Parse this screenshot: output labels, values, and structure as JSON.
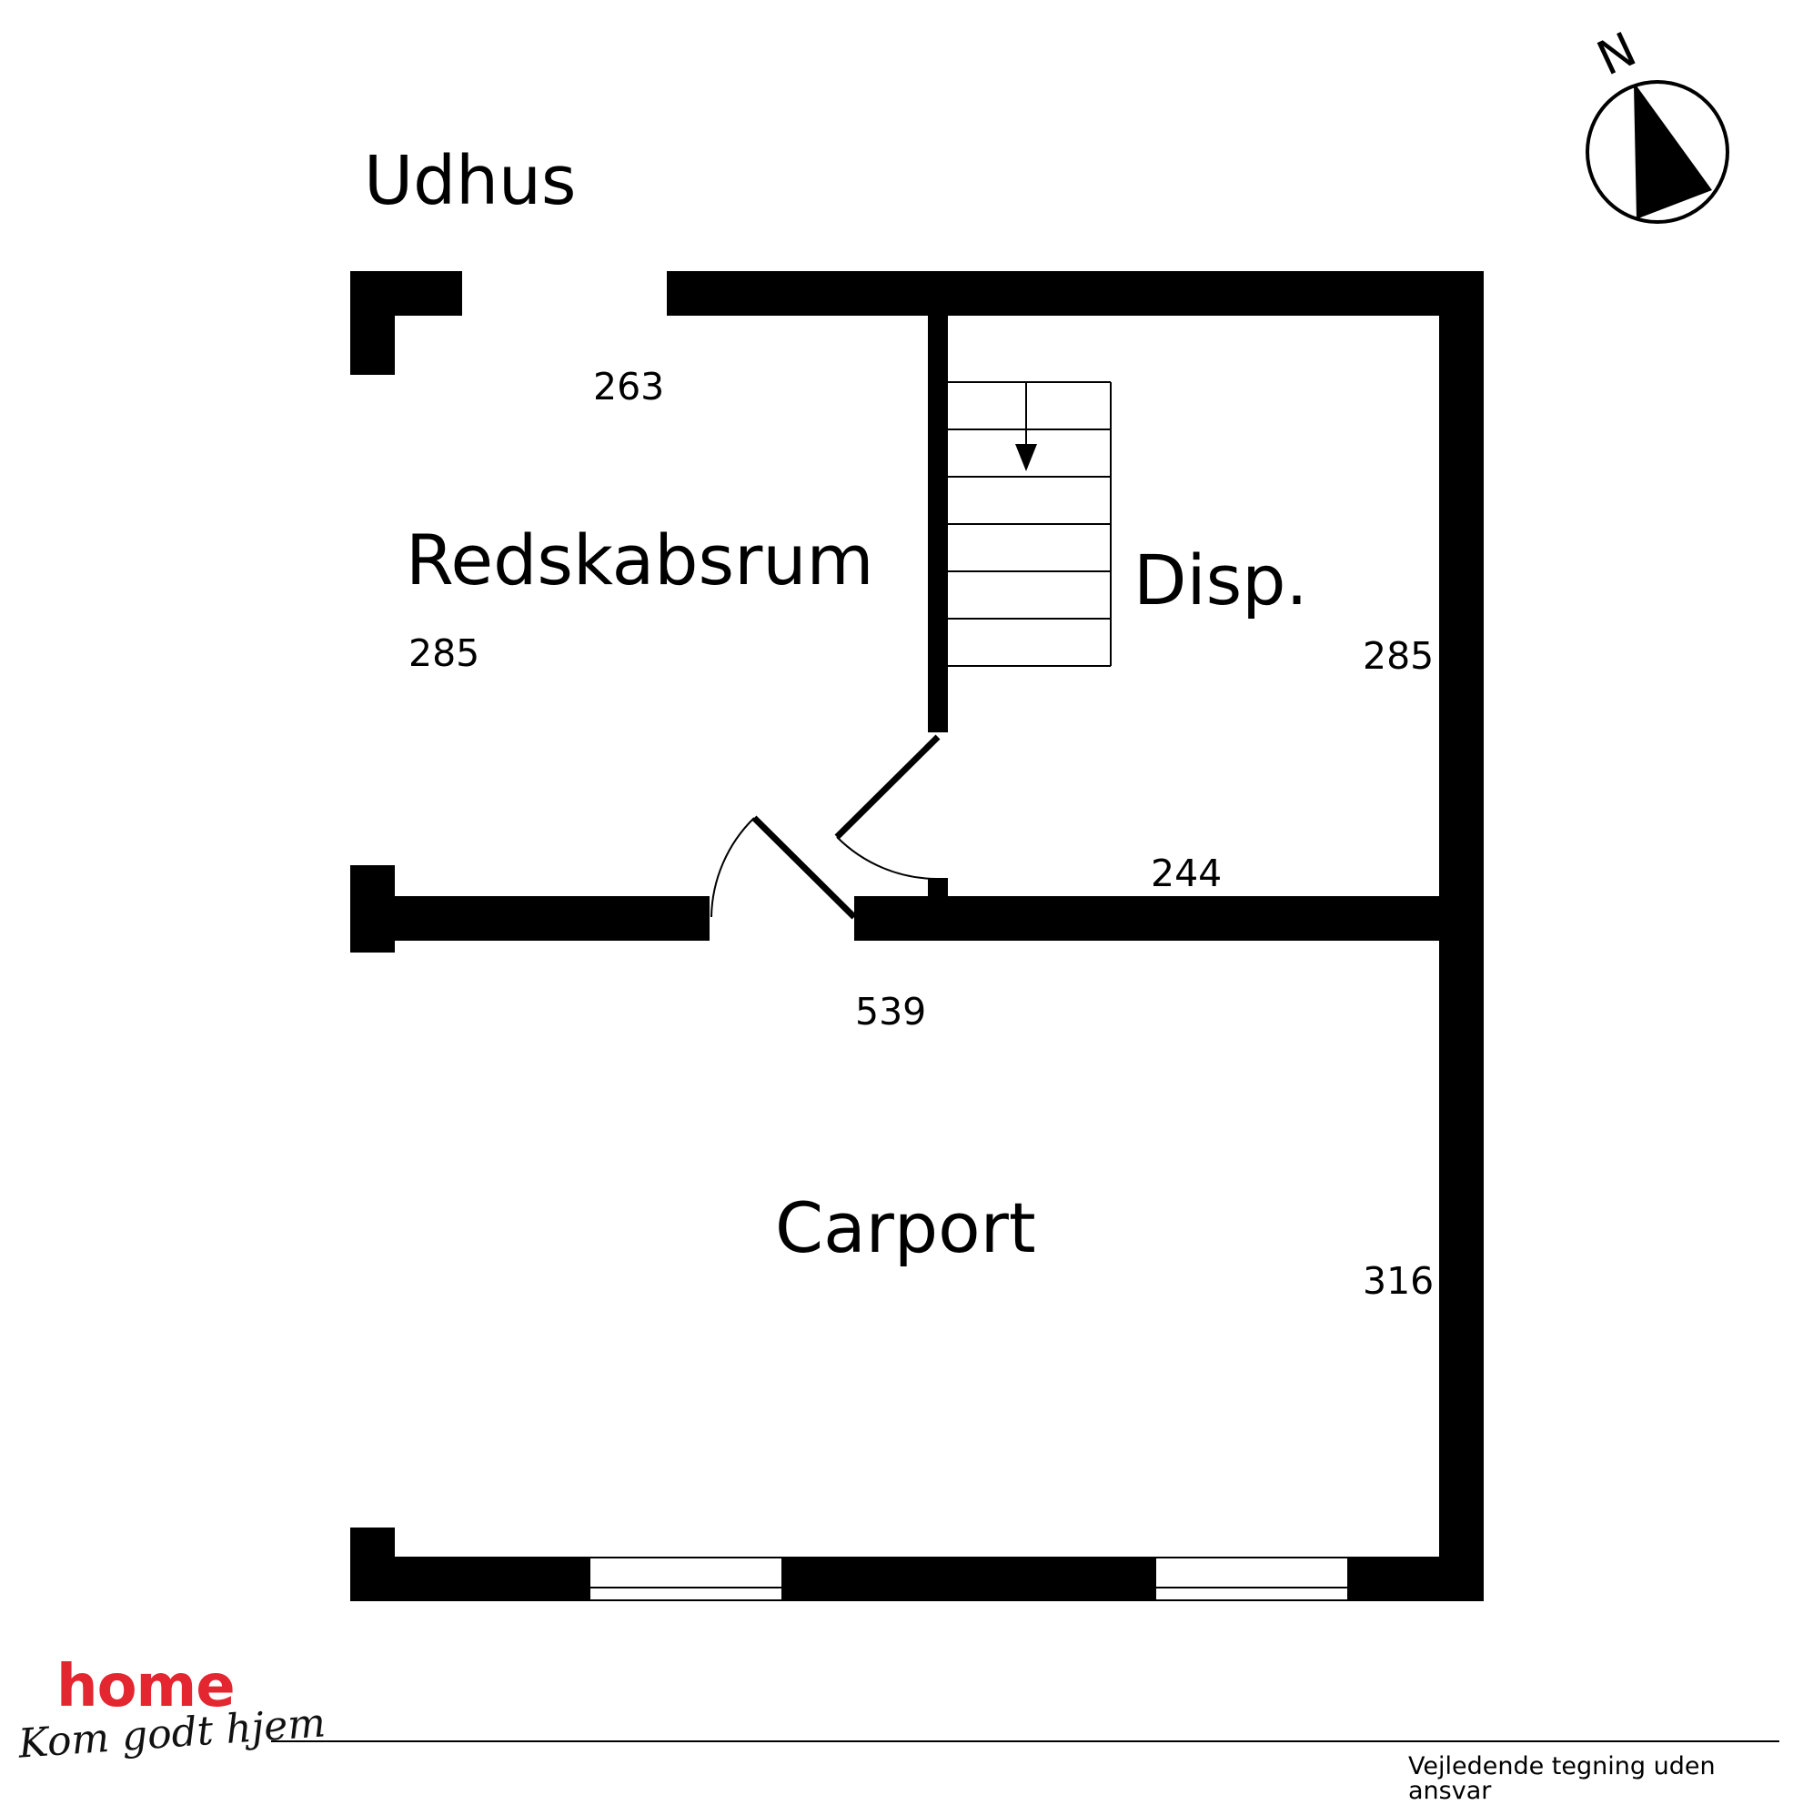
{
  "building_title": "Udhus",
  "compass": {
    "direction_label": "N"
  },
  "rooms": {
    "redskabsrum": "Redskabsrum",
    "disp": "Disp.",
    "carport": "Carport"
  },
  "dimensions": {
    "redskabsrum_width": "263",
    "redskabsrum_depth": "285",
    "disp_depth": "285",
    "disp_width": "244",
    "total_width": "539",
    "carport_depth": "316"
  },
  "footer": {
    "brand": "home",
    "tagline": "Kom godt hjem",
    "disclaimer": "Vejledende tegning uden ansvar"
  },
  "colors": {
    "wall": "#000000",
    "brand_red": "#e3262f"
  }
}
